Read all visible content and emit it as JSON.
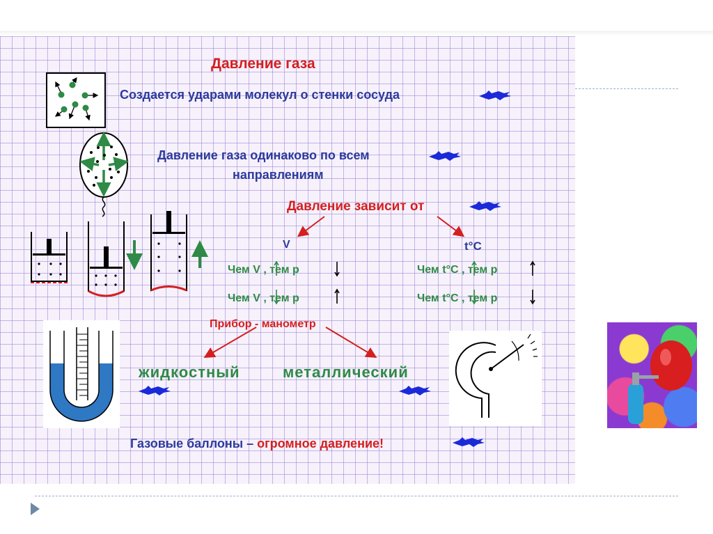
{
  "title": "Давление газа",
  "line1": "Создается ударами молекул о стенки сосуда",
  "line2a": "Давление газа одинаково по всем",
  "line2b": "направлениям",
  "depends": "Давление зависит от",
  "v_label": "V",
  "t_label": "t°C",
  "rules": {
    "v1": "Чем V , тем p",
    "v2": "Чем V , тем p",
    "t1": "Чем t°C , тем p",
    "t2": "Чем t°C , тем p"
  },
  "device": "Прибор - манометр",
  "liquid": "жидкостный",
  "metallic": "металлический",
  "cylinders_a": "Газовые баллоны – ",
  "cylinders_b": "огромное давление!",
  "colors": {
    "red": "#d41f1f",
    "blue": "#2c3a9c",
    "green": "#2e8a46",
    "marker": "#1a2ad8"
  }
}
